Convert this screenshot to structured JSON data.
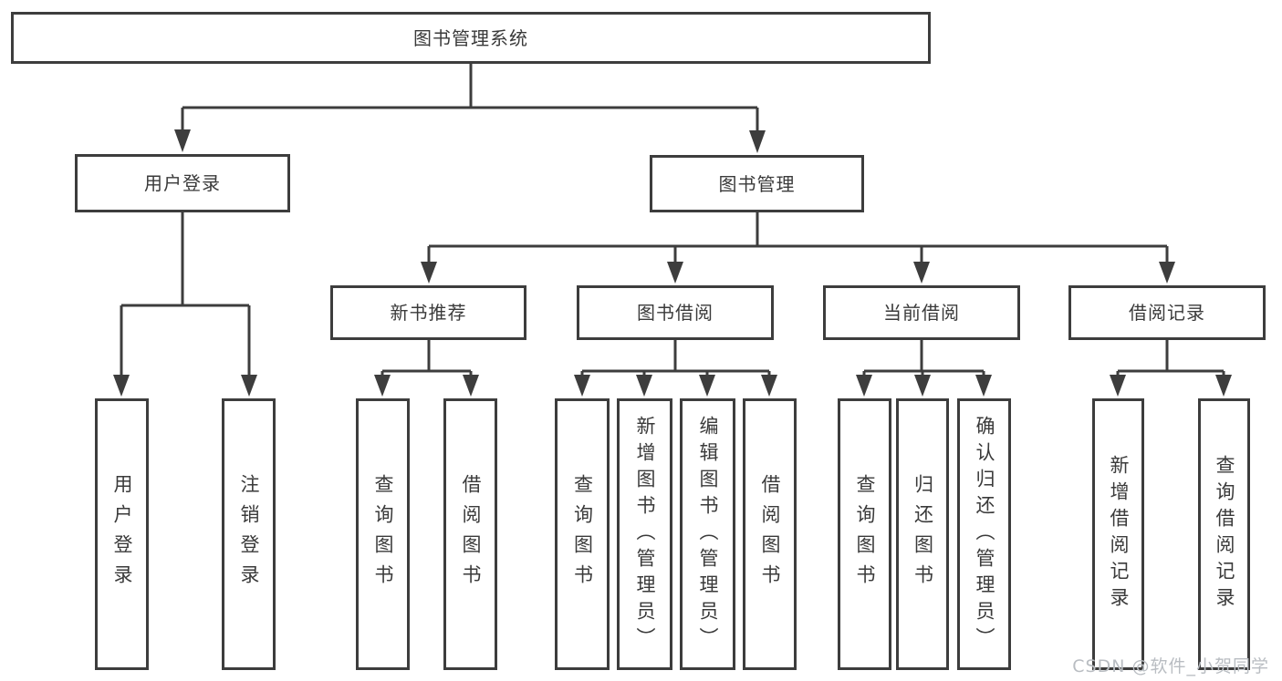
{
  "diagram": {
    "title": "图书管理系统",
    "branches": [
      {
        "label": "用户登录",
        "children": [
          {
            "label": "用户登录"
          },
          {
            "label": "注销登录"
          }
        ]
      },
      {
        "label": "图书管理",
        "children": [
          {
            "label": "新书推荐",
            "children": [
              {
                "label": "查询图书"
              },
              {
                "label": "借阅图书"
              }
            ]
          },
          {
            "label": "图书借阅",
            "children": [
              {
                "label": "查询图书"
              },
              {
                "label": "新增图书（管理员）"
              },
              {
                "label": "编辑图书（管理员）"
              },
              {
                "label": "借阅图书"
              }
            ]
          },
          {
            "label": "当前借阅",
            "children": [
              {
                "label": "查询图书"
              },
              {
                "label": "归还图书"
              },
              {
                "label": "确认归还（管理员）"
              }
            ]
          },
          {
            "label": "借阅记录",
            "children": [
              {
                "label": "新增借阅记录"
              },
              {
                "label": "查询借阅记录"
              }
            ]
          }
        ]
      }
    ]
  },
  "watermark": {
    "text": "CSDN @软件_小贺同学"
  },
  "colors": {
    "line": "#3d3d3d",
    "text": "#3a3a3a",
    "box_fill": "#ffffff",
    "watermark": "#b9bdc2",
    "background": "#ffffff"
  }
}
